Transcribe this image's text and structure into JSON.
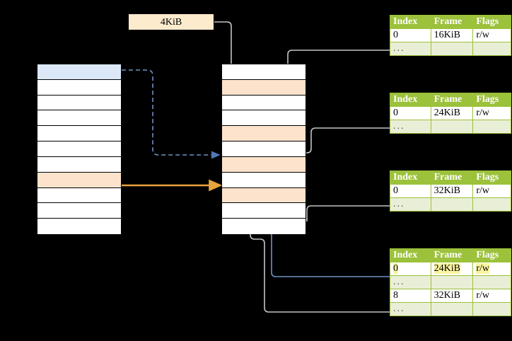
{
  "diagram": {
    "title": "page-table-walk",
    "page_size_label": "4KiB",
    "colors": {
      "table_header_green": "#9CC13B",
      "table_ellipsis_row": "#E9EED6",
      "highlight_yellow": "#FAF59E",
      "size_box_peach": "#FDEBCD",
      "row_peach": "#FDE3CC",
      "row_blue": "#DCE8F8",
      "wire_gray": "#B3B3B3",
      "wire_blue": "#6E92C4",
      "wire_orange": "#E8A33D"
    }
  },
  "virtual_column": {
    "name": "virtual-address-space",
    "row_count": 11,
    "rows": [
      {
        "index": 0,
        "fill": "blue"
      },
      {
        "index": 1,
        "fill": "white"
      },
      {
        "index": 2,
        "fill": "white"
      },
      {
        "index": 3,
        "fill": "white"
      },
      {
        "index": 4,
        "fill": "white"
      },
      {
        "index": 5,
        "fill": "white"
      },
      {
        "index": 6,
        "fill": "white"
      },
      {
        "index": 7,
        "fill": "peach"
      },
      {
        "index": 8,
        "fill": "white"
      },
      {
        "index": 9,
        "fill": "white"
      },
      {
        "index": 10,
        "fill": "white"
      }
    ]
  },
  "physical_column": {
    "name": "physical-memory-frames",
    "row_count": 11,
    "rows": [
      {
        "index": 0,
        "fill": "white"
      },
      {
        "index": 1,
        "fill": "peach"
      },
      {
        "index": 2,
        "fill": "white"
      },
      {
        "index": 3,
        "fill": "white"
      },
      {
        "index": 4,
        "fill": "peach"
      },
      {
        "index": 5,
        "fill": "white"
      },
      {
        "index": 6,
        "fill": "peach"
      },
      {
        "index": 7,
        "fill": "white"
      },
      {
        "index": 8,
        "fill": "peach"
      },
      {
        "index": 9,
        "fill": "white"
      },
      {
        "index": 10,
        "fill": "white"
      }
    ]
  },
  "tables": [
    {
      "name": "page-table-level-1",
      "headers": [
        "Index",
        "Frame",
        "Flags"
      ],
      "rows": [
        {
          "type": "value",
          "index": "0",
          "frame": "16KiB",
          "flags": "r/w",
          "highlight": false
        },
        {
          "type": "ellipsis",
          "index": "...",
          "frame": "",
          "flags": "",
          "highlight": false
        }
      ]
    },
    {
      "name": "page-table-level-2",
      "headers": [
        "Index",
        "Frame",
        "Flags"
      ],
      "rows": [
        {
          "type": "value",
          "index": "0",
          "frame": "24KiB",
          "flags": "r/w",
          "highlight": false
        },
        {
          "type": "ellipsis",
          "index": "...",
          "frame": "",
          "flags": "",
          "highlight": false
        }
      ]
    },
    {
      "name": "page-table-level-3",
      "headers": [
        "Index",
        "Frame",
        "Flags"
      ],
      "rows": [
        {
          "type": "value",
          "index": "0",
          "frame": "32KiB",
          "flags": "r/w",
          "highlight": false
        },
        {
          "type": "ellipsis",
          "index": "...",
          "frame": "",
          "flags": "",
          "highlight": false
        }
      ]
    },
    {
      "name": "page-table-level-4",
      "headers": [
        "Index",
        "Frame",
        "Flags"
      ],
      "rows": [
        {
          "type": "value",
          "index": "0",
          "frame": "24KiB",
          "flags": "r/w",
          "highlight": true
        },
        {
          "type": "ellipsis",
          "index": "...",
          "frame": "",
          "flags": "",
          "highlight": false
        },
        {
          "type": "value",
          "index": "8",
          "frame": "32KiB",
          "flags": "r/w",
          "highlight": false
        },
        {
          "type": "ellipsis",
          "index": "...",
          "frame": "",
          "flags": "",
          "highlight": false
        }
      ]
    }
  ],
  "connectors": [
    {
      "name": "virtual-page-to-frame-dashed",
      "style": "dashed",
      "color": "#6E92C4"
    },
    {
      "name": "virtual-page-to-frame-solid",
      "style": "solid",
      "color": "#E8A33D"
    },
    {
      "name": "size-label-to-frame",
      "style": "solid",
      "color": "#B3B3B3"
    },
    {
      "name": "table1-to-frame",
      "style": "solid",
      "color": "#B3B3B3"
    },
    {
      "name": "table2-to-frame",
      "style": "solid",
      "color": "#B3B3B3"
    },
    {
      "name": "table3-to-frame",
      "style": "solid",
      "color": "#B3B3B3"
    },
    {
      "name": "table4-row0-to-frame",
      "style": "solid",
      "color": "#6E92C4"
    },
    {
      "name": "table4-row8-to-frame",
      "style": "solid",
      "color": "#B3B3B3"
    }
  ]
}
